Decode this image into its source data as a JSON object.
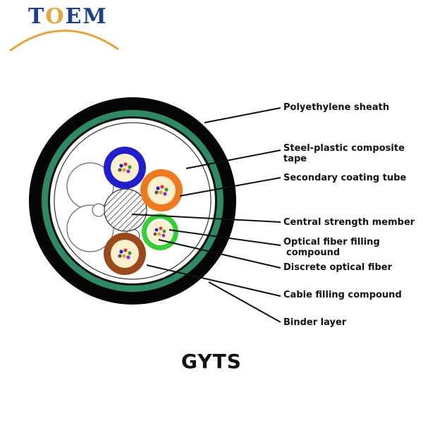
{
  "brand": {
    "letters": [
      "T",
      "O",
      "E",
      "M"
    ],
    "primary_color": "#1d3f8f",
    "accent_color": "#e8a33a"
  },
  "title": "GYTS",
  "labels": {
    "polyethylene_sheath": "Polyethylene sheath",
    "steel_plastic_tape_line1": "Steel-plastic composite",
    "steel_plastic_tape_line2": "tape",
    "secondary_coating_tube": "Secondary coating tube",
    "central_strength_member": "Central strength member",
    "fiber_filling_line1": "Optical fiber filling",
    "fiber_filling_line2": "compound",
    "discrete_optical_fiber": "Discrete optical fiber",
    "cable_filling_compound": "Cable filling compound",
    "binder_layer": "Binder layer"
  },
  "colors": {
    "sheath": "#050505",
    "tape": "#2e8a62",
    "tube_blue": "#1f1fd0",
    "tube_orange": "#ef7a1e",
    "tube_green": "#35d035",
    "tube_brown": "#9a4a1a",
    "tube_fill": "#fbf0cc"
  }
}
